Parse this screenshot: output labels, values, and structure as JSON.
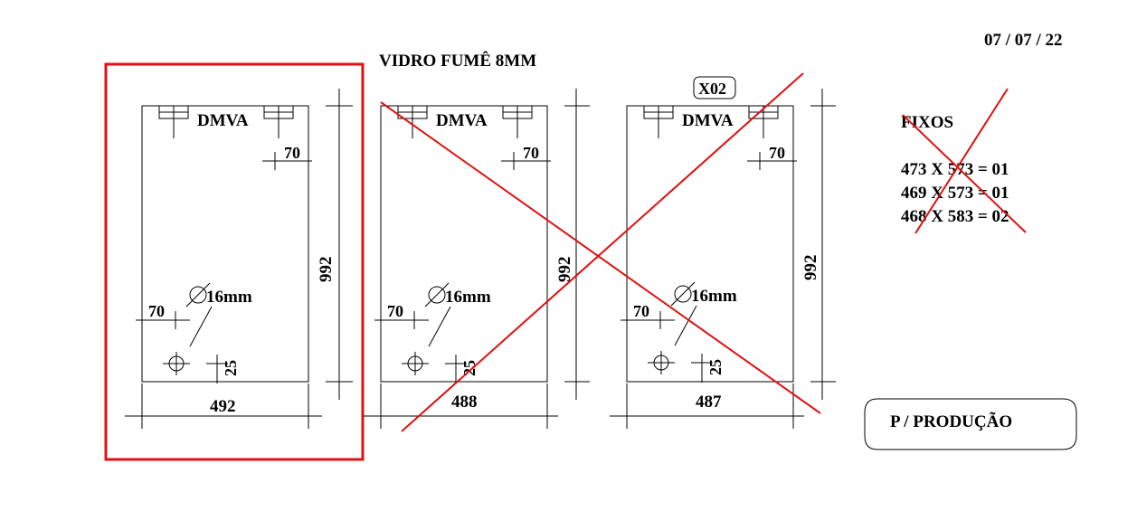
{
  "date": "07 / 07 / 22",
  "material": "VIDRO FUMÊ 8MM",
  "quantity_tag": "X02",
  "production_note": "P / PRODUÇÃO",
  "colors": {
    "line": "#000000",
    "markup_red": "#e01010"
  },
  "panels": [
    {
      "brand": "DMVA",
      "width": "492",
      "height": "992",
      "hinge_offset_top": "70",
      "hole_offset_left": "70",
      "hole_diameter": "16mm",
      "hole_offset_bottom": "25",
      "crossed_out": false,
      "boxed": true
    },
    {
      "brand": "DMVA",
      "width": "488",
      "height": "992",
      "hinge_offset_top": "70",
      "hole_offset_left": "70",
      "hole_diameter": "16mm",
      "hole_offset_bottom": "25",
      "crossed_out": true,
      "boxed": false
    },
    {
      "brand": "DMVA",
      "width": "487",
      "height": "992",
      "hinge_offset_top": "70",
      "hole_offset_left": "70",
      "hole_diameter": "16mm",
      "hole_offset_bottom": "25",
      "crossed_out": true,
      "boxed": false
    }
  ],
  "fixos": {
    "title": "FIXOS",
    "items": [
      "473 X 573 = 01",
      "469 X 573 = 01",
      "468 X 583 = 02"
    ],
    "crossed_out": true
  }
}
